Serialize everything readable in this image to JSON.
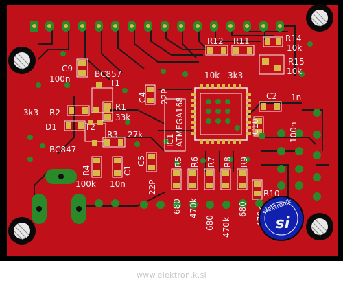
{
  "board": {
    "colors": {
      "substrate": "#000000",
      "copper_fill": "#c0101a",
      "trace": "#1a1a1a",
      "pad_green": "#2a8a2a",
      "pad_yellow": "#d9b84a",
      "silkscreen": "#f2f2f2",
      "logo_blue": "#1220b0"
    },
    "logo": {
      "top_text": "elektronik",
      "bottom_text": "si"
    }
  },
  "labels": {
    "C9": "C9",
    "c9_val": "100n",
    "BC857": "BC857",
    "T1": "T1",
    "R1": "R1",
    "r1_val": "33k",
    "R2": "R2",
    "r2_val": "3k3",
    "D1": "D1",
    "T2": "T2",
    "BC847": "BC847",
    "R3": "R3",
    "r3_val": "27k",
    "R4": "R4",
    "r4_val": "100k",
    "C1": "C1",
    "c1_val": "10n",
    "C4": "C4",
    "c4_val": "22P",
    "C5": "C5",
    "c5_val": "22P",
    "IC1": "IC1",
    "ic1_val": "ATMEGA168",
    "R12": "R12",
    "r12_val": "10k",
    "R11": "R11",
    "r11_val": "3k3",
    "R14": "R14",
    "r14_val": "10k",
    "R15": "R15",
    "r15_val": "10k",
    "C2": "C2",
    "c2_val": "1n",
    "C10": "C10",
    "c10_val": "100n",
    "R5": "R5",
    "r5_val": "680",
    "R6": "R6",
    "r6_val": "470k",
    "R7": "R7",
    "r7_val": "680",
    "R8": "R8",
    "r8_val": "470k",
    "R9": "R9",
    "r9_val": "680",
    "R10": "R10",
    "r10_val": "470k"
  },
  "footer": {
    "text": "www.elektron.k.si"
  }
}
